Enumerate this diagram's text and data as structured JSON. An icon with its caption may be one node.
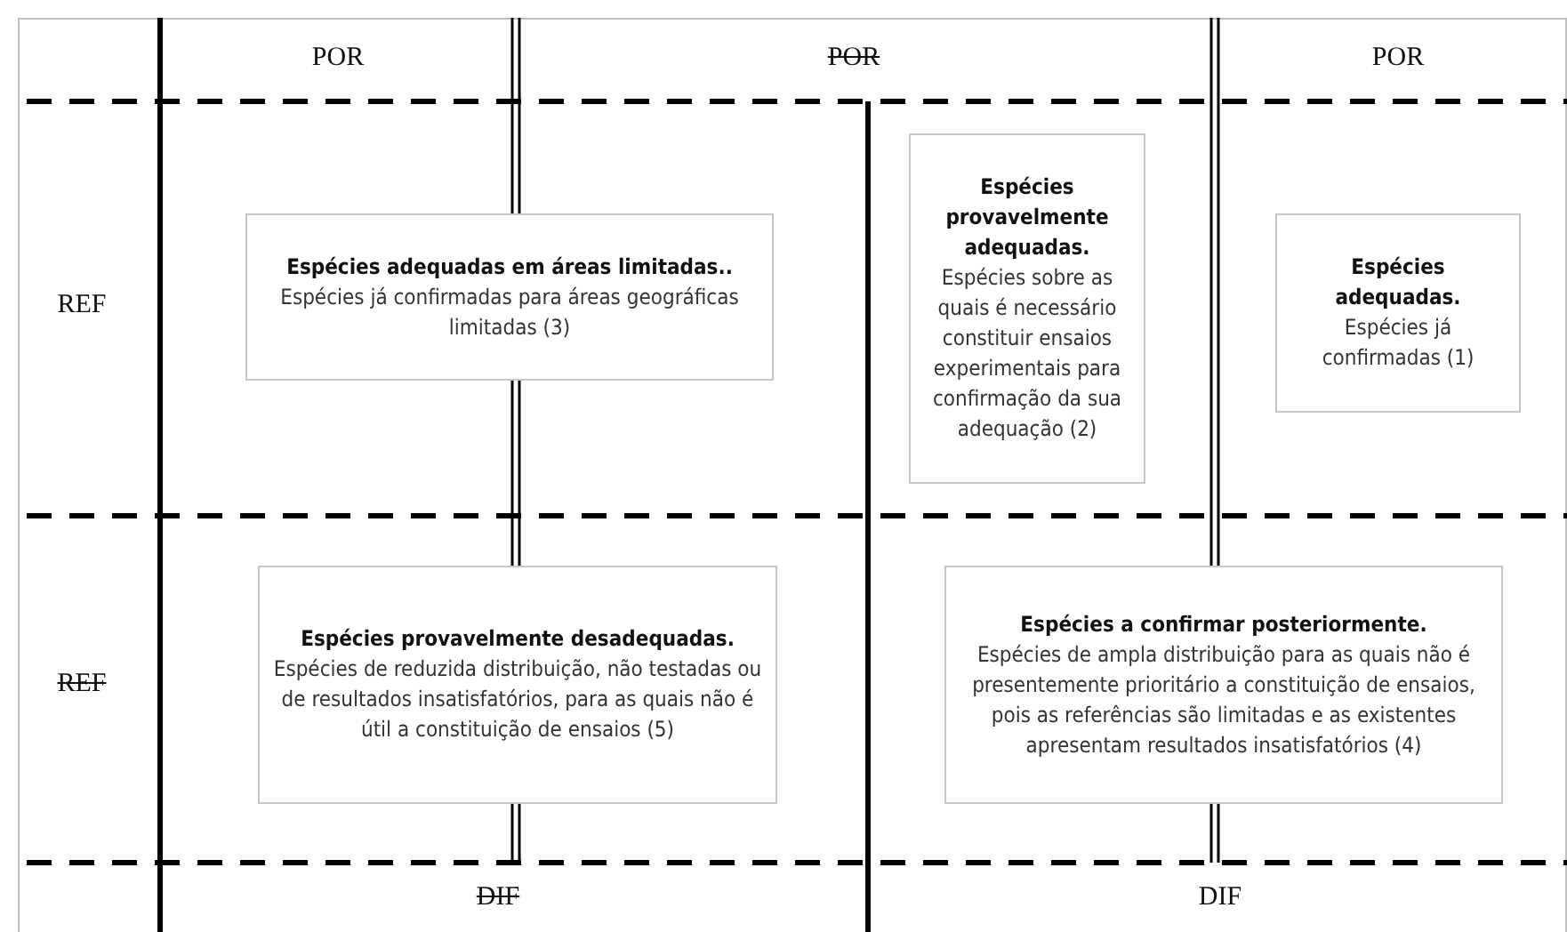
{
  "diagram": {
    "nodes": [
      {
        "text": [
          "Espécies adequadas em áreas limitadas..",
          "Espécies já confirmadas para áreas geográficas limitadas (3)"
        ]
      },
      {
        "text": [
          "Espécies provavelmente adequadas.",
          "Espécies sobre as quais é necessário constituir ensaios experimentais para confirmação da sua adequação (2)"
        ]
      },
      {
        "text": [
          "Espécies adequadas.",
          "Espécies já confirmadas (1)"
        ]
      },
      {
        "text": [
          "Espécies provavelmente desadequadas.",
          "Espécies de reduzida distribuição, não testadas ou de resultados insatisfatórios, para as quais não é útil a constituição de ensaios (5)"
        ]
      },
      {
        "text": [
          "Espécies a confirmar posteriormente.",
          "Espécies de ampla distribuição para as quais não é presentemente prioritário a constituição de ensaios, pois as referências são limitadas e as existentes apresentam resultados insatisfatórios (4)"
        ]
      }
    ],
    "labels": [
      "POR",
      "POR",
      "POR",
      "REF",
      "REF",
      "DIF",
      "DIF"
    ]
  }
}
